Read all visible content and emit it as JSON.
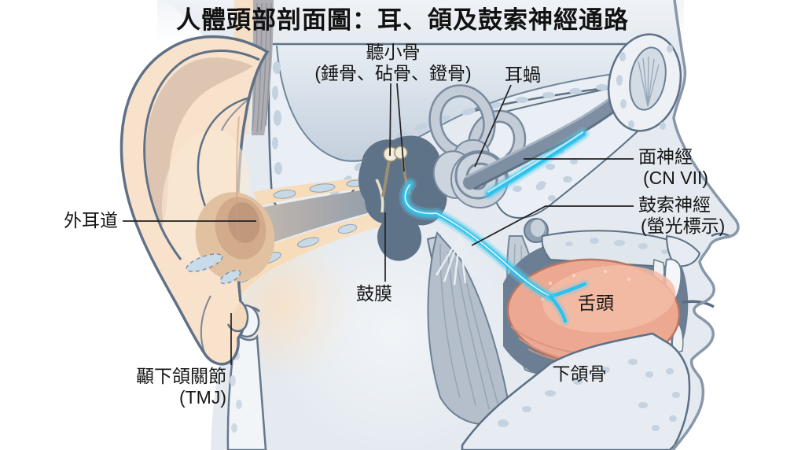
{
  "title": "人體頭部剖面圖：耳、頜及鼓索神經通路",
  "labels": {
    "ossicles_line1": "聽小骨",
    "ossicles_line2": "(錘骨、砧骨、鐙骨)",
    "cochlea": "耳蝸",
    "facial_nerve_line1": "面神經",
    "facial_nerve_line2": "(CN VII)",
    "chorda_line1": "鼓索神經",
    "chorda_line2": "(螢光標示)",
    "ear_canal": "外耳道",
    "eardrum": "鼓膜",
    "tongue": "舌頭",
    "tmj_line1": "顳下頜關節",
    "tmj_line2": "(TMJ)",
    "mandible": "下頜骨"
  },
  "colors": {
    "highlight_nerve": "#2cc2ee",
    "skin": "#f8e2cb",
    "bone_peach": "#f7dcba",
    "tongue": "#eca891",
    "face_fill": "#e4eaf0",
    "outline": "#5d7086",
    "nerve_gray": "#7e8fa3",
    "label_text": "#161616"
  }
}
